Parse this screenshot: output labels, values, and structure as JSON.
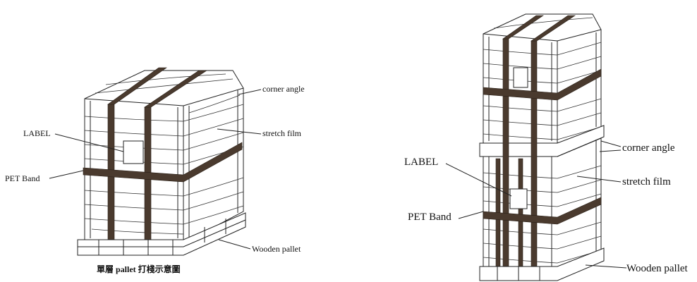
{
  "left": {
    "callouts": {
      "corner_angle": "corner angle",
      "stretch_film": "stretch film",
      "label": "LABEL",
      "pet_band": "PET Band",
      "wooden_pallet": "Wooden pallet"
    },
    "caption": "單層 pallet  打棧示意圖"
  },
  "right": {
    "callouts": {
      "corner_angle": "corner angle",
      "stretch_film": "stretch film",
      "label": "LABEL",
      "pet_band": "PET Band",
      "wooden_pallet": "Wooden pallet"
    }
  },
  "colors": {
    "band": "#4a3a2e",
    "line": "#222222"
  }
}
